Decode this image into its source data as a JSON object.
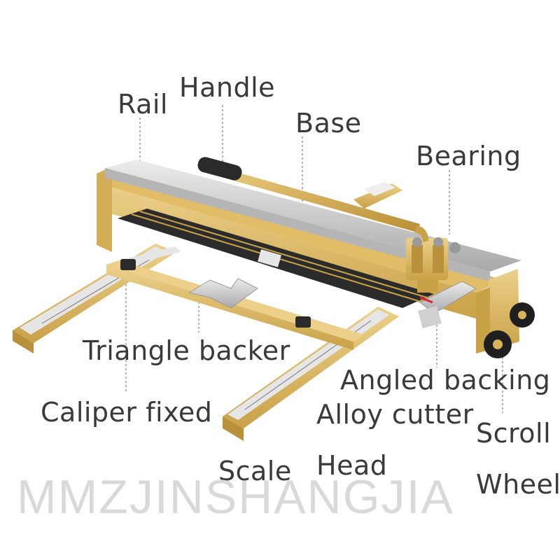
{
  "labels": {
    "rail": "Rail",
    "handle": "Handle",
    "base": "Base",
    "bearing": "Bearing",
    "triangle_backer": "Triangle backer",
    "angled_backing": "Angled backing",
    "caliper_fixed": "Caliper fixed",
    "alloy_cutter": "Alloy cutter",
    "scroll": "Scroll",
    "scale": "Scale",
    "head": "Head",
    "wheel": "Wheel"
  },
  "watermark": "MMZJINSHANGJIA",
  "colors": {
    "gold": "#d9b45a",
    "gold_dark": "#b8913a",
    "steel": "#c8c8c8",
    "rubber": "#2b2b2b",
    "label_text": "#3a3a3a",
    "leader_line": "#9a9a9a",
    "watermark": "#d9d9d9"
  }
}
